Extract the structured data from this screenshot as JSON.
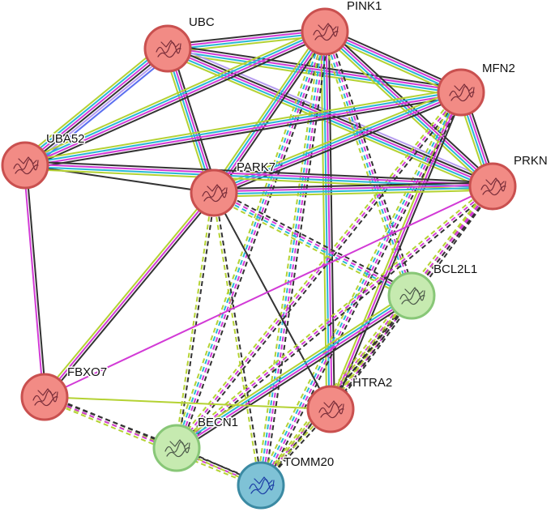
{
  "network": {
    "colors": {
      "node_red_fill": "#f28b85",
      "node_red_stroke": "#c9504f",
      "node_green_fill": "#c6eab0",
      "node_green_stroke": "#88c777",
      "node_blue_fill": "#7fc2d6",
      "node_blue_stroke": "#3b8aa3",
      "edge_black": "#333333",
      "edge_magenta": "#d23ad6",
      "edge_cyan": "#29b7d6",
      "edge_yellowgreen": "#b4d233",
      "edge_blue": "#5b6ff0",
      "edge_lavender": "#b69cf0"
    },
    "nodes": [
      {
        "id": "UBC",
        "label": "UBC",
        "group": "red"
      },
      {
        "id": "PINK1",
        "label": "PINK1",
        "group": "red"
      },
      {
        "id": "MFN2",
        "label": "MFN2",
        "group": "red"
      },
      {
        "id": "UBA52",
        "label": "UBA52",
        "group": "red"
      },
      {
        "id": "PARK7",
        "label": "PARK7",
        "group": "red"
      },
      {
        "id": "PRKN",
        "label": "PRKN",
        "group": "red"
      },
      {
        "id": "BCL2L1",
        "label": "BCL2L1",
        "group": "green"
      },
      {
        "id": "FBXO7",
        "label": "FBXO7",
        "group": "red"
      },
      {
        "id": "HTRA2",
        "label": "HTRA2",
        "group": "red"
      },
      {
        "id": "BECN1",
        "label": "BECN1",
        "group": "green"
      },
      {
        "id": "TOMM20",
        "label": "TOMM20",
        "group": "blue"
      }
    ],
    "edges": [
      {
        "a": "UBC",
        "b": "PINK1",
        "types": [
          "black",
          "magenta",
          "cyan",
          "yellowgreen"
        ],
        "dashed": false
      },
      {
        "a": "UBC",
        "b": "MFN2",
        "types": [
          "black",
          "magenta",
          "cyan",
          "yellowgreen"
        ],
        "dashed": false
      },
      {
        "a": "UBC",
        "b": "UBA52",
        "types": [
          "blue",
          "lavender",
          "black",
          "magenta",
          "cyan",
          "yellowgreen"
        ],
        "dashed": false
      },
      {
        "a": "UBC",
        "b": "PARK7",
        "types": [
          "black",
          "magenta",
          "cyan",
          "yellowgreen"
        ],
        "dashed": false
      },
      {
        "a": "UBC",
        "b": "PRKN",
        "types": [
          "lavender",
          "black",
          "magenta",
          "cyan",
          "yellowgreen"
        ],
        "dashed": false
      },
      {
        "a": "PINK1",
        "b": "MFN2",
        "types": [
          "black",
          "magenta",
          "cyan",
          "yellowgreen"
        ],
        "dashed": false
      },
      {
        "a": "PINK1",
        "b": "UBA52",
        "types": [
          "black",
          "magenta",
          "cyan",
          "yellowgreen"
        ],
        "dashed": false
      },
      {
        "a": "PINK1",
        "b": "PARK7",
        "types": [
          "black",
          "magenta",
          "cyan",
          "yellowgreen"
        ],
        "dashed": false
      },
      {
        "a": "PINK1",
        "b": "PRKN",
        "types": [
          "black",
          "magenta",
          "cyan",
          "yellowgreen"
        ],
        "dashed": false
      },
      {
        "a": "PINK1",
        "b": "HTRA2",
        "types": [
          "black",
          "magenta",
          "cyan",
          "yellowgreen"
        ],
        "dashed": false
      },
      {
        "a": "PINK1",
        "b": "BCL2L1",
        "types": [
          "black",
          "magenta",
          "cyan",
          "yellowgreen"
        ],
        "dashed": true
      },
      {
        "a": "PINK1",
        "b": "BECN1",
        "types": [
          "black",
          "magenta",
          "cyan",
          "yellowgreen"
        ],
        "dashed": true
      },
      {
        "a": "PINK1",
        "b": "TOMM20",
        "types": [
          "black",
          "magenta",
          "cyan",
          "yellowgreen"
        ],
        "dashed": true
      },
      {
        "a": "MFN2",
        "b": "UBA52",
        "types": [
          "black",
          "magenta",
          "cyan",
          "yellowgreen"
        ],
        "dashed": false
      },
      {
        "a": "MFN2",
        "b": "PARK7",
        "types": [
          "black",
          "magenta",
          "cyan",
          "yellowgreen"
        ],
        "dashed": false
      },
      {
        "a": "MFN2",
        "b": "PRKN",
        "types": [
          "black",
          "magenta",
          "cyan",
          "yellowgreen"
        ],
        "dashed": false
      },
      {
        "a": "MFN2",
        "b": "HTRA2",
        "types": [
          "black",
          "magenta",
          "yellowgreen"
        ],
        "dashed": false
      },
      {
        "a": "MFN2",
        "b": "BECN1",
        "types": [
          "black",
          "magenta",
          "yellowgreen"
        ],
        "dashed": true
      },
      {
        "a": "MFN2",
        "b": "TOMM20",
        "types": [
          "black",
          "magenta",
          "cyan",
          "yellowgreen"
        ],
        "dashed": true
      },
      {
        "a": "UBA52",
        "b": "PARK7",
        "types": [
          "black"
        ],
        "dashed": false
      },
      {
        "a": "UBA52",
        "b": "PRKN",
        "types": [
          "black",
          "magenta",
          "cyan",
          "yellowgreen"
        ],
        "dashed": false
      },
      {
        "a": "UBA52",
        "b": "FBXO7",
        "types": [
          "black",
          "magenta"
        ],
        "dashed": false
      },
      {
        "a": "PARK7",
        "b": "PRKN",
        "types": [
          "black",
          "magenta",
          "cyan",
          "yellowgreen"
        ],
        "dashed": false
      },
      {
        "a": "PARK7",
        "b": "BCL2L1",
        "types": [
          "black",
          "magenta",
          "cyan",
          "yellowgreen"
        ],
        "dashed": true
      },
      {
        "a": "PARK7",
        "b": "FBXO7",
        "types": [
          "black",
          "magenta",
          "yellowgreen"
        ],
        "dashed": false
      },
      {
        "a": "PARK7",
        "b": "HTRA2",
        "types": [
          "black"
        ],
        "dashed": false
      },
      {
        "a": "PARK7",
        "b": "BECN1",
        "types": [
          "black",
          "yellowgreen"
        ],
        "dashed": true
      },
      {
        "a": "PARK7",
        "b": "TOMM20",
        "types": [
          "black",
          "yellowgreen"
        ],
        "dashed": true
      },
      {
        "a": "PRKN",
        "b": "FBXO7",
        "types": [
          "magenta"
        ],
        "dashed": false
      },
      {
        "a": "PRKN",
        "b": "HTRA2",
        "types": [
          "black",
          "magenta",
          "yellowgreen"
        ],
        "dashed": true
      },
      {
        "a": "PRKN",
        "b": "BECN1",
        "types": [
          "black",
          "magenta",
          "yellowgreen"
        ],
        "dashed": true
      },
      {
        "a": "PRKN",
        "b": "TOMM20",
        "types": [
          "black",
          "magenta",
          "yellowgreen"
        ],
        "dashed": true
      },
      {
        "a": "BCL2L1",
        "b": "BECN1",
        "types": [
          "black",
          "magenta",
          "cyan",
          "yellowgreen"
        ],
        "dashed": false
      },
      {
        "a": "BCL2L1",
        "b": "HTRA2",
        "types": [
          "black",
          "yellowgreen"
        ],
        "dashed": true
      },
      {
        "a": "BCL2L1",
        "b": "TOMM20",
        "types": [
          "black",
          "yellowgreen"
        ],
        "dashed": true
      },
      {
        "a": "FBXO7",
        "b": "HTRA2",
        "types": [
          "yellowgreen"
        ],
        "dashed": false
      },
      {
        "a": "FBXO7",
        "b": "BECN1",
        "types": [
          "black",
          "yellowgreen"
        ],
        "dashed": true
      },
      {
        "a": "FBXO7",
        "b": "TOMM20",
        "types": [
          "black",
          "magenta",
          "yellowgreen"
        ],
        "dashed": true
      },
      {
        "a": "HTRA2",
        "b": "TOMM20",
        "types": [
          "black",
          "yellowgreen"
        ],
        "dashed": true
      },
      {
        "a": "BECN1",
        "b": "TOMM20",
        "types": [
          "black",
          "yellowgreen"
        ],
        "dashed": true
      }
    ]
  }
}
